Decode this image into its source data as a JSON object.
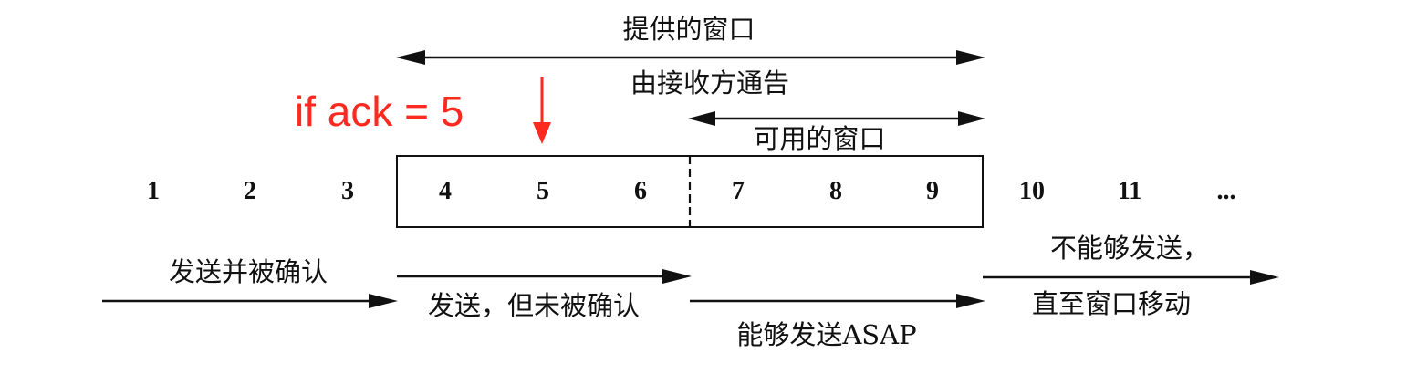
{
  "labels": {
    "offered_window": "提供的窗口",
    "advertised_by_receiver": "由接收方通告",
    "usable_window": "可用的窗口",
    "sent_and_acked": "发送并被确认",
    "sent_not_acked": "发送，但未被确认",
    "can_send_asap": "能够发送ASAP",
    "cannot_send_line1": "不能够发送，",
    "cannot_send_line2": "直至窗口移动"
  },
  "annotation": {
    "text": "if ack = 5",
    "color": "#ff2a1f"
  },
  "sequence": {
    "numbers": [
      "1",
      "2",
      "3",
      "4",
      "5",
      "6",
      "7",
      "8",
      "9",
      "10",
      "11"
    ],
    "ellipsis": "..."
  }
}
